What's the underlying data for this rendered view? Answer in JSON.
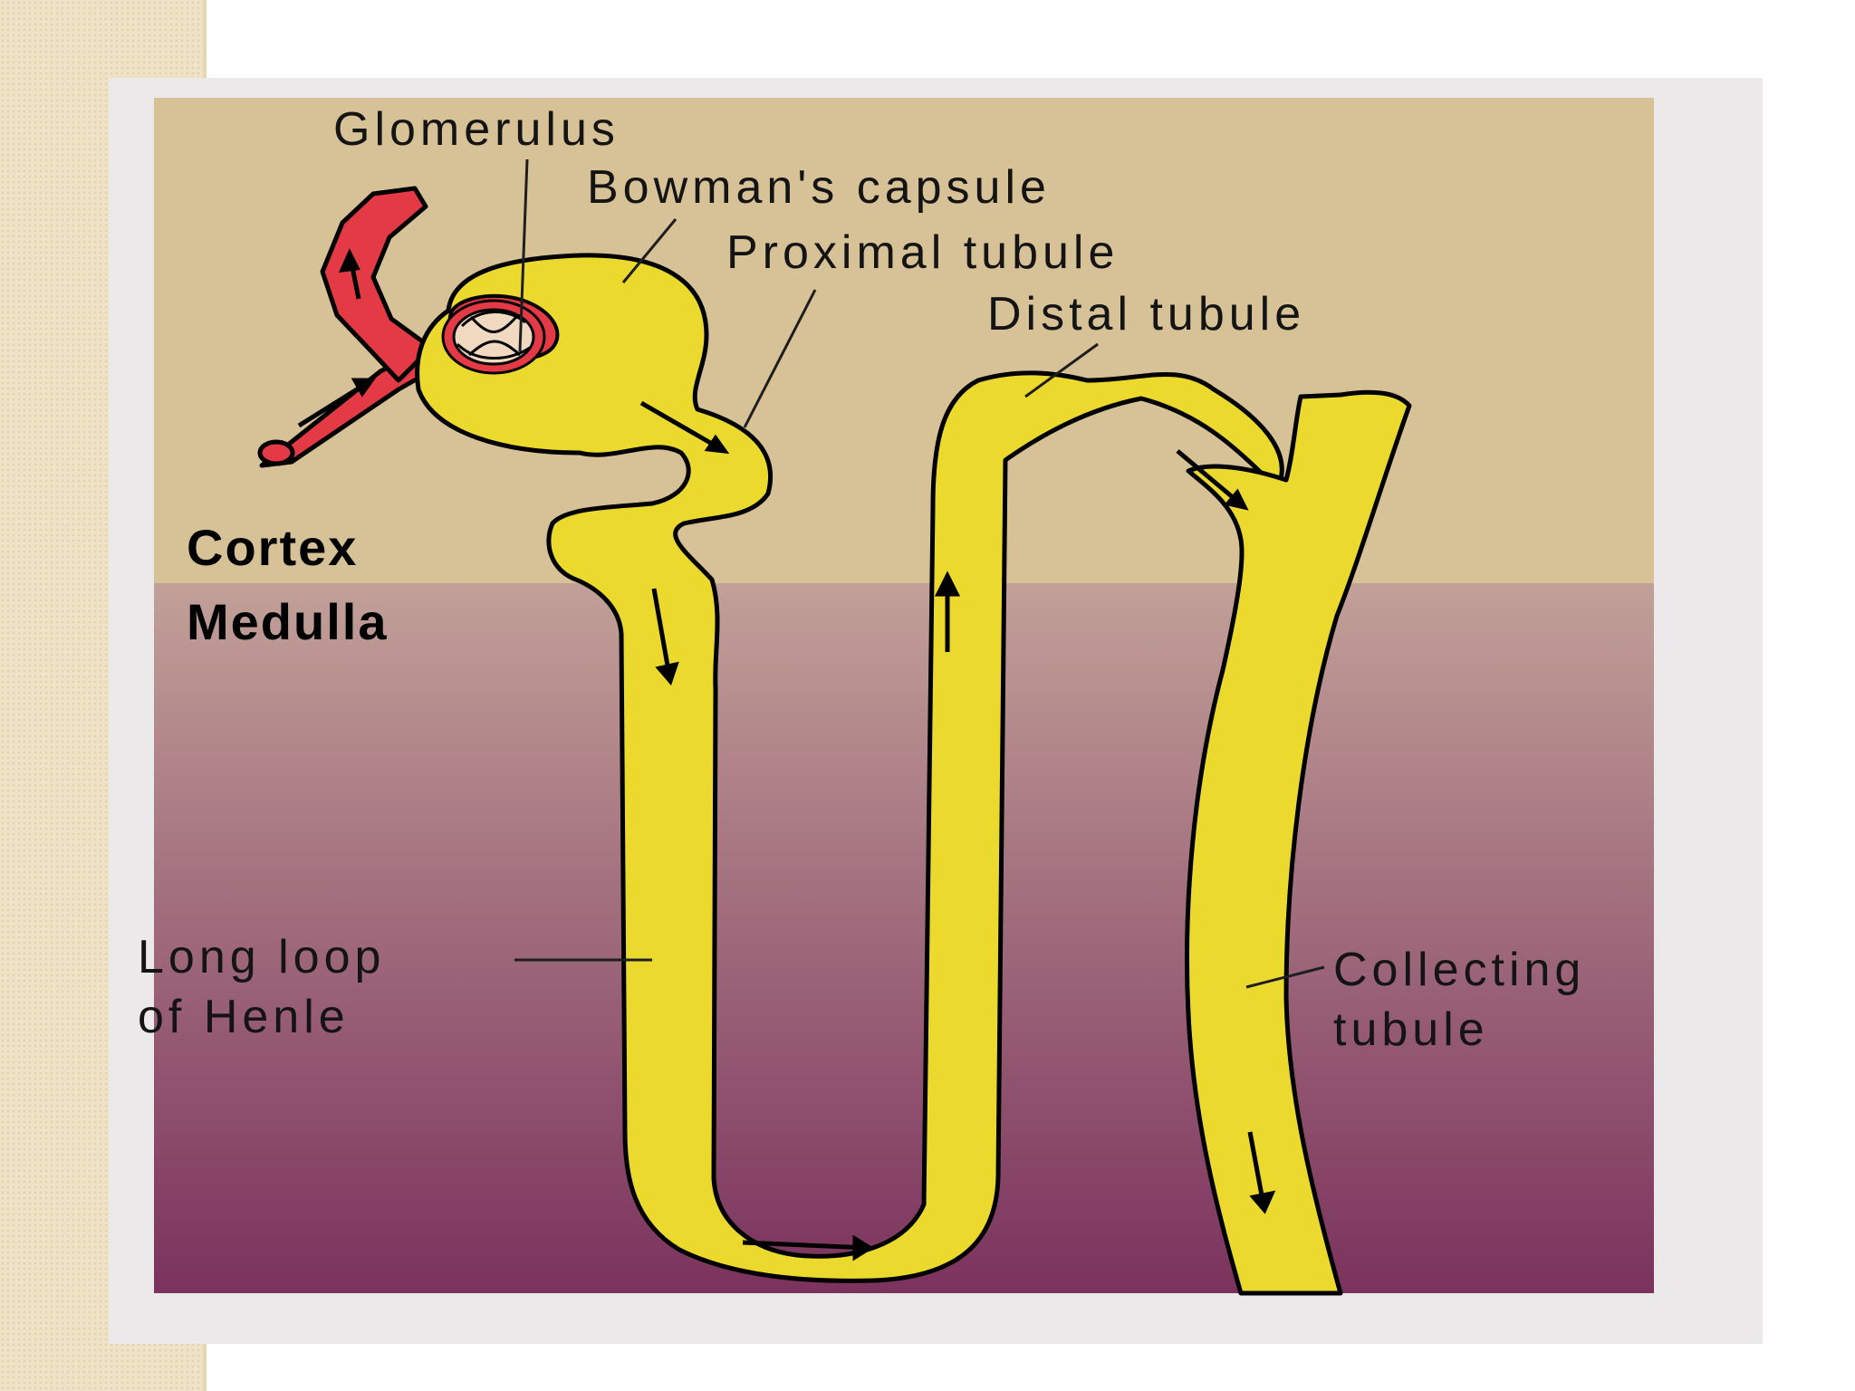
{
  "labels": {
    "glomerulus": "Glomerulus",
    "bowmans_capsule": "Bowman's capsule",
    "proximal_tubule": "Proximal tubule",
    "distal_tubule": "Distal tubule",
    "cortex": "Cortex",
    "medulla": "Medulla",
    "loop_line1": "Long loop",
    "loop_line2": "of Henle",
    "collecting_line1": "Collecting",
    "collecting_line2": "tubule"
  },
  "colors": {
    "cortex": "#d7c196",
    "medulla_top": "#c2a098",
    "medulla_bottom": "#7b325d",
    "tubule": "#ecd92d",
    "vessel": "#e43a45",
    "outline": "#000000"
  }
}
